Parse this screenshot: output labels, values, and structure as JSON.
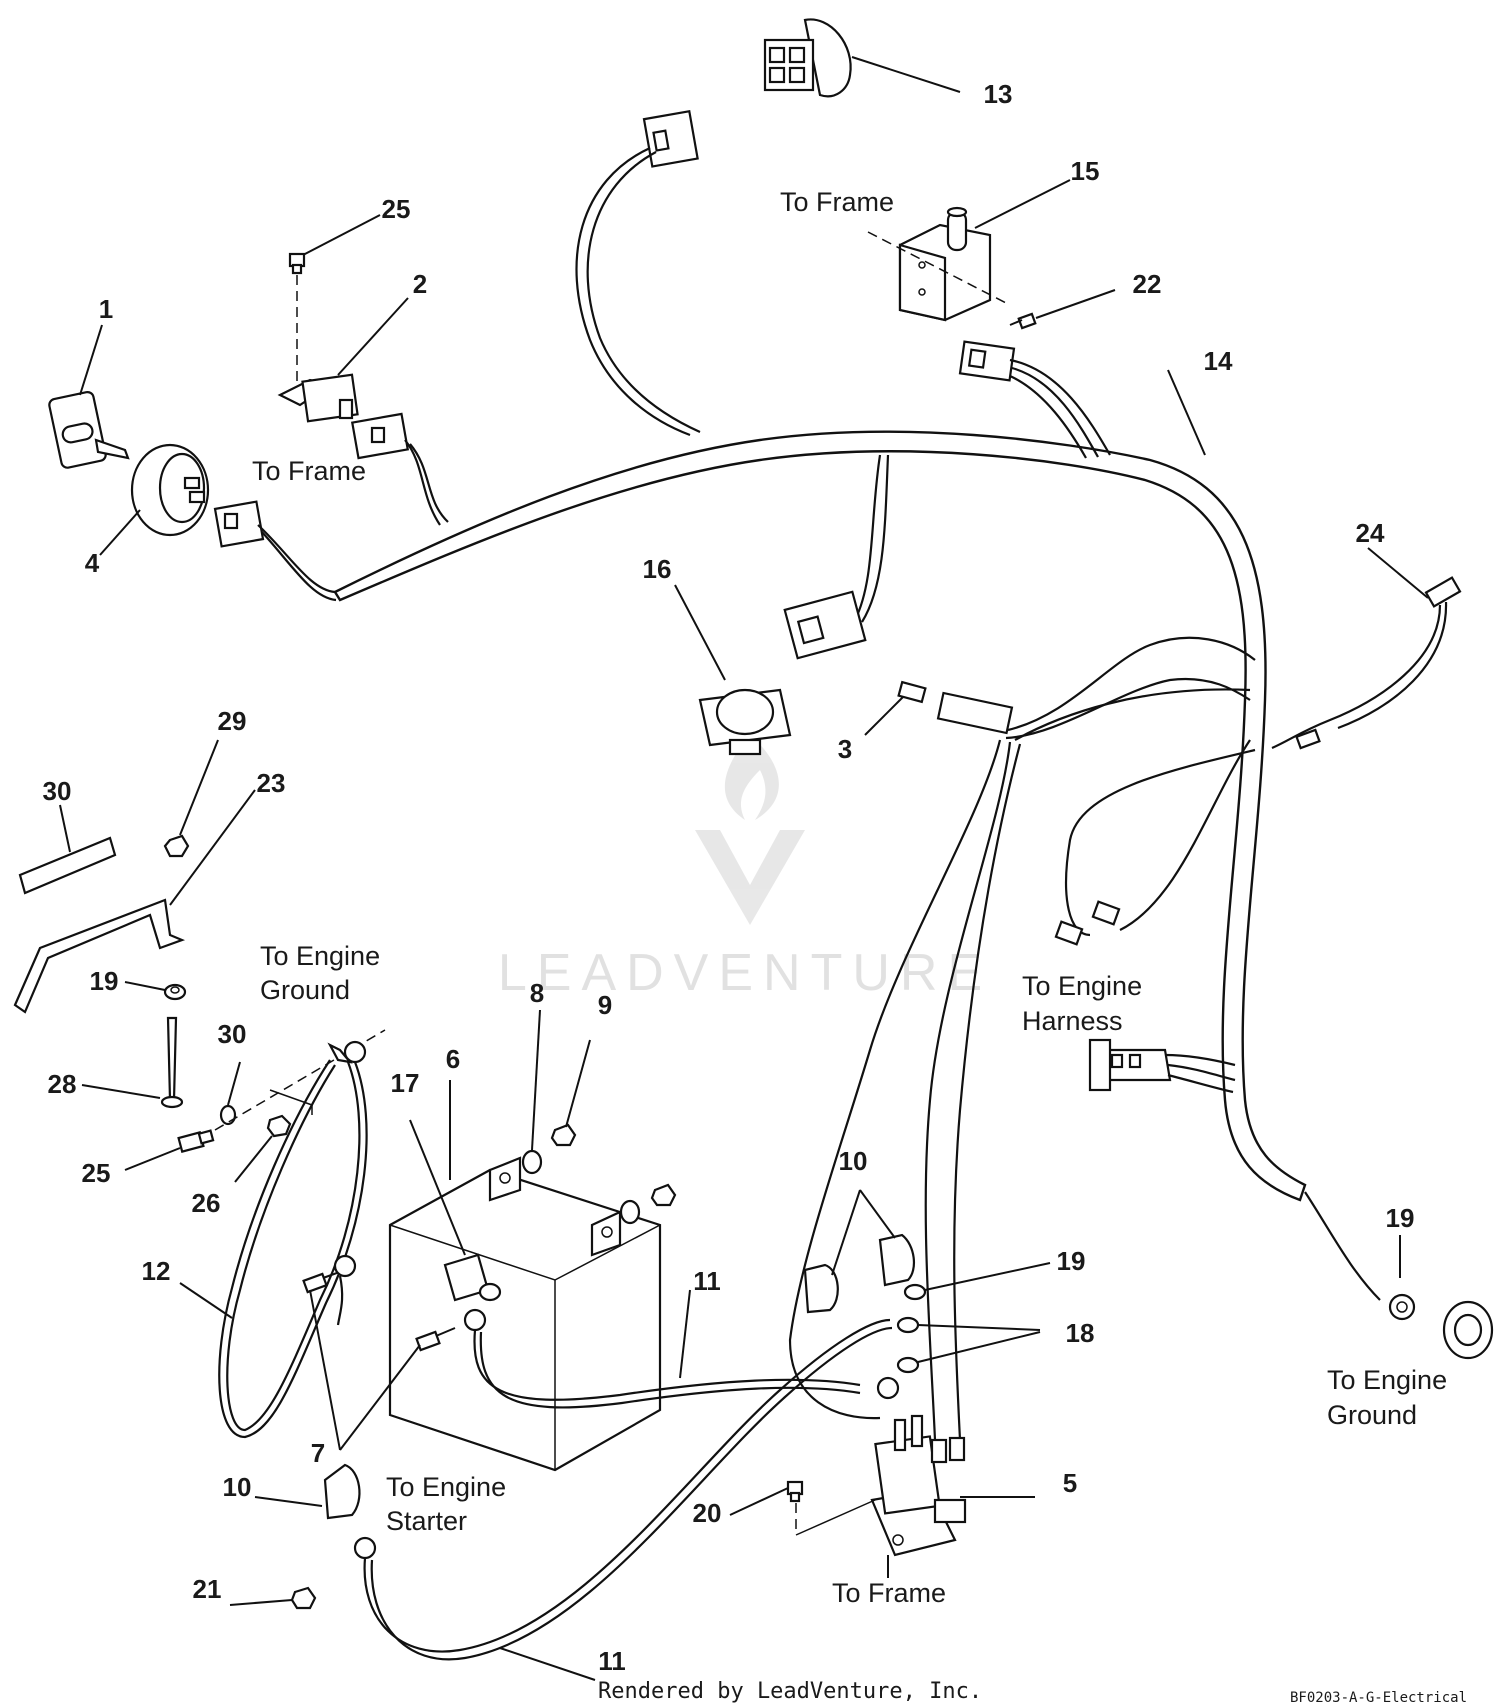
{
  "callouts": {
    "c1": "1",
    "c2": "2",
    "c3": "3",
    "c4": "4",
    "c5": "5",
    "c6": "6",
    "c7": "7",
    "c8": "8",
    "c9": "9",
    "c10a": "10",
    "c10b": "10",
    "c11a": "11",
    "c11b": "11",
    "c12": "12",
    "c13": "13",
    "c14": "14",
    "c15": "15",
    "c16": "16",
    "c17": "17",
    "c18": "18",
    "c19a": "19",
    "c19b": "19",
    "c19c": "19",
    "c20": "20",
    "c21": "21",
    "c22": "22",
    "c23": "23",
    "c24": "24",
    "c25a": "25",
    "c25b": "25",
    "c26": "26",
    "c28": "28",
    "c29": "29",
    "c30a": "30",
    "c30b": "30"
  },
  "labels": {
    "to_frame_top": "To Frame",
    "to_frame_left": "To Frame",
    "to_frame_bottom": "To Frame",
    "engine_ground_left_1": "To Engine",
    "engine_ground_left_2": "Ground",
    "engine_harness_1": "To Engine",
    "engine_harness_2": "Harness",
    "engine_ground_right_1": "To Engine",
    "engine_ground_right_2": "Ground",
    "engine_starter_1": "To Engine",
    "engine_starter_2": "Starter"
  },
  "watermark": "LEADVENTURE",
  "credit": "Rendered by LeadVenture, Inc.",
  "drawing_code": "BF0203-A-G-Electrical"
}
